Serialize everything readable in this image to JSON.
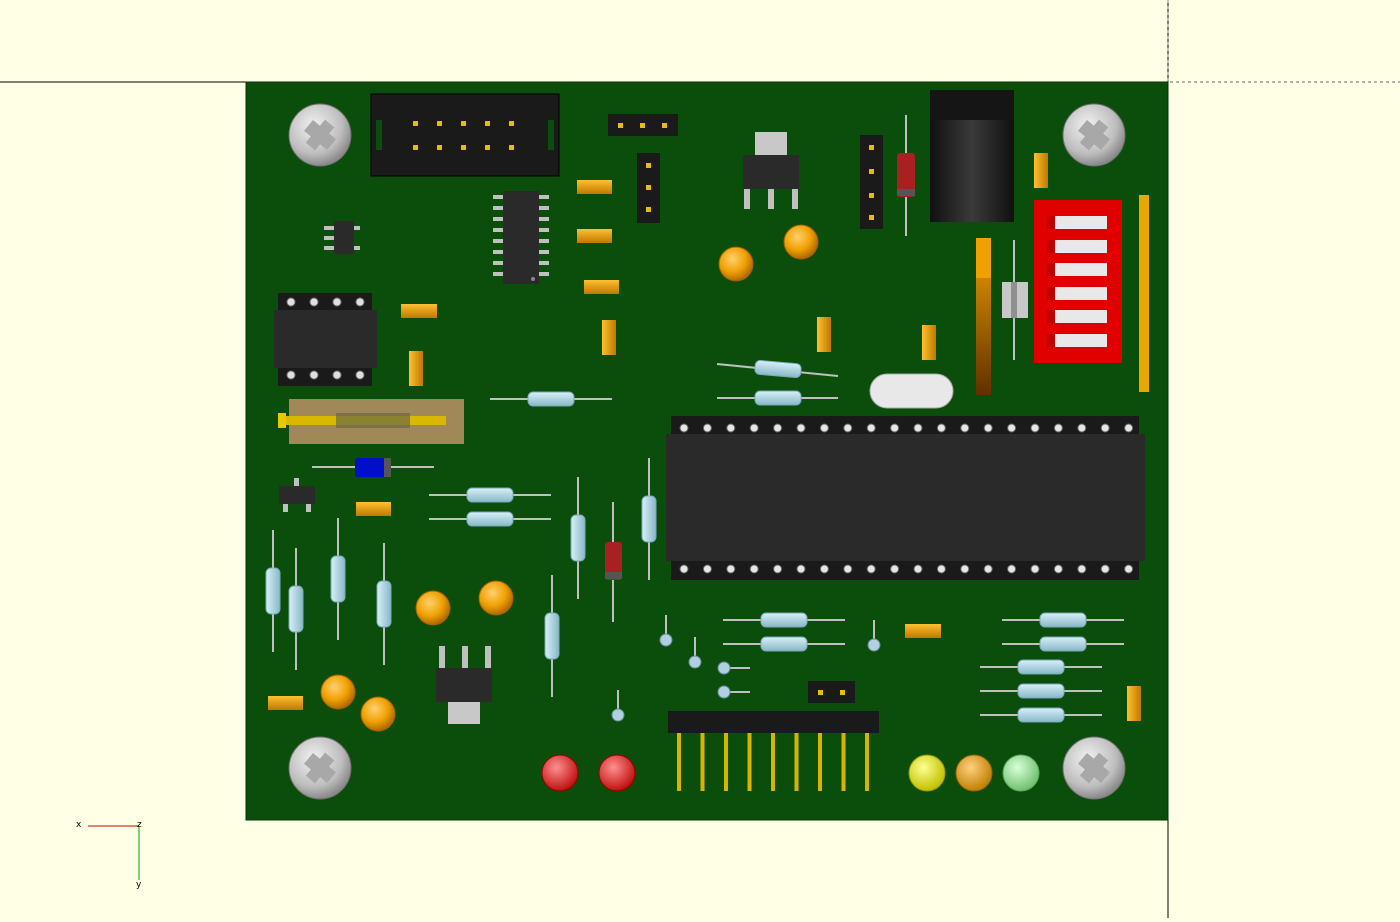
{
  "viewport": {
    "background": "#ffffe5",
    "board_color": "#0a4a0a",
    "board_edge": "#063306"
  },
  "axes": {
    "x_label": "x",
    "z_label": "z",
    "y_label": "y",
    "x_color": "#d00000",
    "z_color": "#00a000"
  },
  "palette": {
    "ic_body": "#2a2a2a",
    "pin_silver": "#bdbdbd",
    "resistor": "#aed8e6",
    "capacitor_smd": "#e3a000",
    "capacitor_disc": "#f0a000",
    "diode_red": "#a00000",
    "diode_blue": "#0010c0",
    "dip_switch": "#e00000",
    "led_red": "#e02020",
    "led_yellow": "#e8e000",
    "led_orange": "#e0a000",
    "led_green": "#90e090",
    "header_gold": "#e8c000",
    "crystal": "#e0e0e0",
    "screw": "#c8c8c8",
    "trimmer": "#a08050"
  },
  "components": {
    "mounting_screws": 4,
    "main_ic_pins_per_row": 20,
    "leds": [
      "red",
      "red",
      "yellow",
      "orange",
      "green"
    ],
    "pin_header_pins": 9,
    "dip_switch_positions": 6
  }
}
